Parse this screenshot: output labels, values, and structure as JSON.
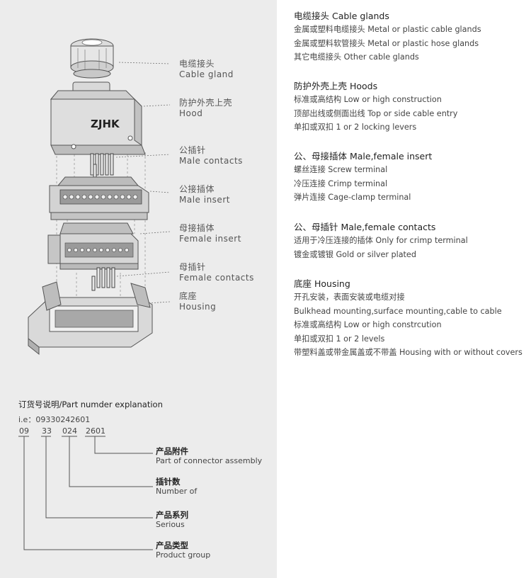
{
  "callouts": [
    {
      "cn": "电缆接头",
      "en": "Cable gland"
    },
    {
      "cn": "防护外壳上壳",
      "en": "Hood"
    },
    {
      "cn": "公插针",
      "en": "Male contacts"
    },
    {
      "cn": "公接插体",
      "en": "Male insert"
    },
    {
      "cn": "母接插体",
      "en": "Female insert"
    },
    {
      "cn": "母插针",
      "en": "Female contacts"
    },
    {
      "cn": "底座",
      "en": "Housing"
    }
  ],
  "brand_logo": "ZJHK",
  "specs": [
    {
      "title": "电缆接头 Cable glands",
      "items": [
        "金属或塑料电缆接头 Metal or plastic cable glands",
        "金属或塑料软管接头 Metal or plastic hose glands",
        "其它电缆接头 Other cable glands"
      ]
    },
    {
      "title": "防护外壳上壳 Hoods",
      "items": [
        "标准或高结构 Low or high construction",
        "顶部出线或侧面出线 Top or side cable entry",
        "单扣或双扣 1 or 2 locking levers"
      ]
    },
    {
      "title": "公、母接插体 Male,female insert",
      "items": [
        "螺丝连接 Screw terminal",
        "冷压连接 Crimp terminal",
        "弹片连接 Cage-clamp terminal"
      ]
    },
    {
      "title": "公、母插针 Male,female contacts",
      "items": [
        "适用于冷压连接的插体 Only for crimp terminal",
        "镀金或镀银 Gold or silver plated"
      ]
    },
    {
      "title": "底座 Housing",
      "items": [
        "开孔安装，表面安装或电缆对接",
        "Bulkhead mounting,surface mounting,cable to cable",
        "标准或高结构 Low or high constrcution",
        "单扣或双扣 1 or 2 levels",
        "带塑料盖或带金属盖或不带盖 Housing with or without covers"
      ]
    }
  ],
  "part_number": {
    "title": "订货号说明/Part numder explanation",
    "example": "i.e：09330242601",
    "segments": [
      "09",
      "33",
      "024",
      "2601"
    ],
    "labels": [
      {
        "cn": "产品附件",
        "en": "Part of connector assembly"
      },
      {
        "cn": "插针数",
        "en": "Number of"
      },
      {
        "cn": "产品系列",
        "en": "Serious"
      },
      {
        "cn": "产品类型",
        "en": "Product group"
      }
    ]
  }
}
